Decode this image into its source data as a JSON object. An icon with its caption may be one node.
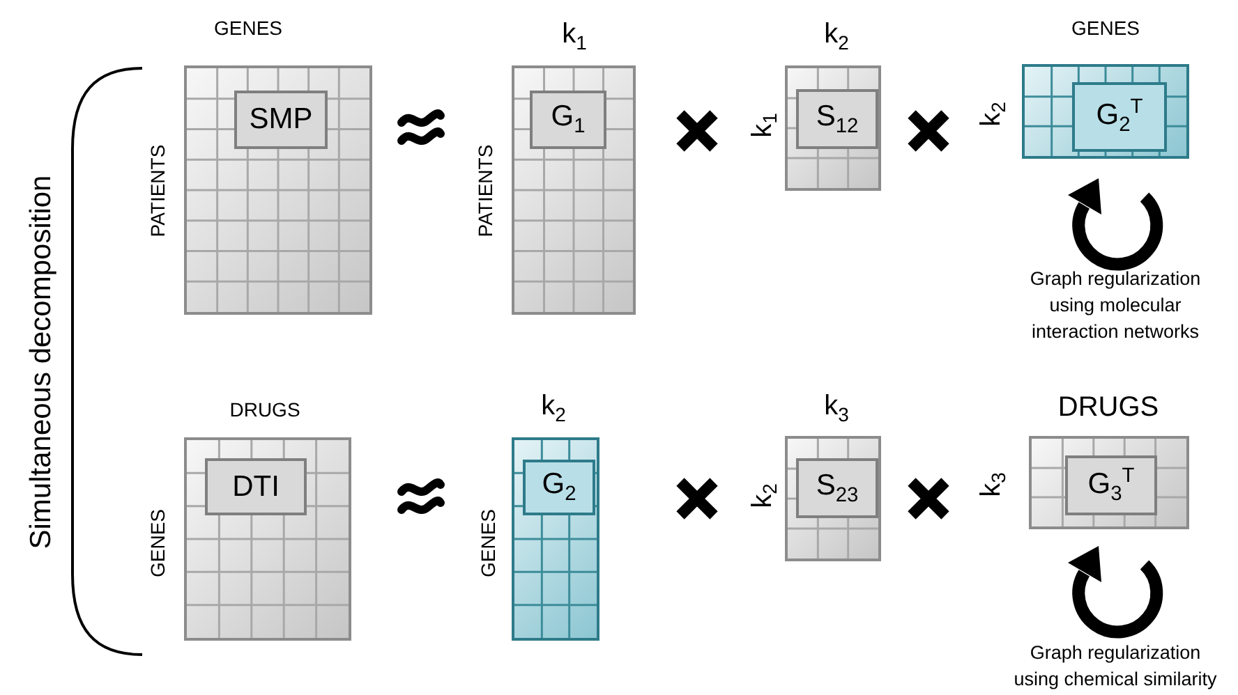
{
  "diagram": {
    "nodes": [
      {
        "text": [
          "SMP"
        ],
        "beside": [
          "GENES",
          "PATIENTS"
        ]
      },
      {
        "text": [
          "G$_{1}$"
        ],
        "beside": [
          "k$_{1}$",
          "PATIENTS"
        ]
      },
      {
        "text": [
          "S$_{12}$"
        ],
        "beside": [
          "k$_{2}$",
          "k$_{1}$"
        ]
      },
      {
        "text": [
          "G$_{2}$$^{T}$"
        ],
        "beside": [
          "GENES",
          "k$_{2}$"
        ]
      },
      {
        "text": [
          "DTI"
        ],
        "beside": [
          "DRUGS",
          "GENES"
        ]
      },
      {
        "text": [
          "G$_{2}$"
        ],
        "beside": [
          "k$_{2}$",
          "GENES"
        ]
      },
      {
        "text": [
          "S$_{23}$"
        ],
        "beside": [
          "k$_{3}$",
          "k$_{2}$"
        ]
      },
      {
        "text": [
          "G$_{3}$$^{T}$"
        ],
        "beside": [
          "DRUGS",
          "k$_{3}$"
        ]
      }
    ],
    "labels": [
      "Simultaneous decomposition",
      "Graph regularization using molecular interaction networks",
      "Graph regularization using chemical similarity"
    ]
  }
}
